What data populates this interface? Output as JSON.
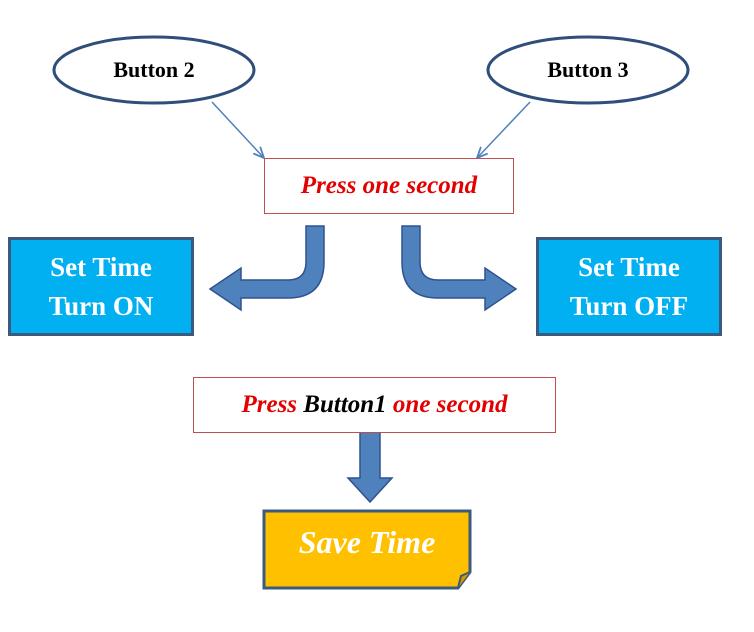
{
  "nodes": {
    "button2": {
      "label": "Button 2"
    },
    "button3": {
      "label": "Button 3"
    },
    "press_one_second": {
      "label": "Press one second"
    },
    "set_time_on": {
      "line1": "Set Time",
      "line2": "Turn ON"
    },
    "set_time_off": {
      "line1": "Set Time",
      "line2": "Turn OFF"
    },
    "press_button1": {
      "prefix": "Press",
      "button": "Button1",
      "suffix": "one second"
    },
    "save_time": {
      "label": "Save Time"
    }
  },
  "colors": {
    "ellipse_border": "#2f4f7a",
    "box_blue": "#00b0f0",
    "box_border": "#3b5a7e",
    "arrow_fill": "#4f81bd",
    "arrow_stroke": "#2f528f",
    "press_text": "#e30000",
    "press_border": "#c0504d",
    "save_fill": "#ffc000",
    "save_border": "#3b5a7e"
  }
}
